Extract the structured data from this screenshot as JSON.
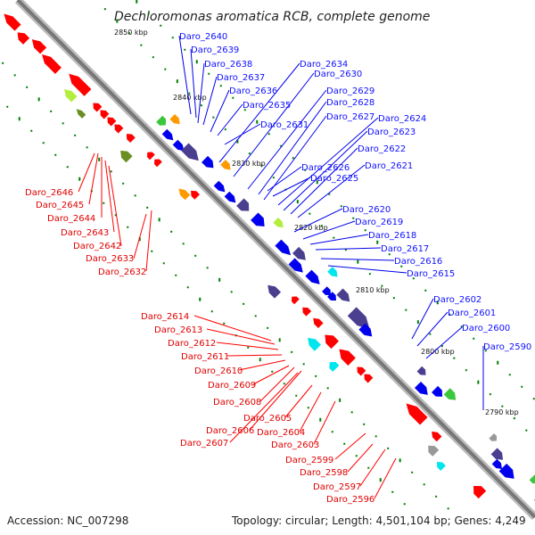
{
  "title": "Dechloromonas aromatica RCB, complete genome",
  "footer": {
    "accession": "Accession: NC_007298",
    "topology": "Topology: circular; Length: 4,501,104 bp; Genes: 4,249"
  },
  "kbp_marks": [
    "2850 kbp",
    "2840 kbp",
    "2830 kbp",
    "2820 kbp",
    "2810 kbp",
    "2800 kbp",
    "2790 kbp"
  ],
  "forward_labels": [
    "Daro_2640",
    "Daro_2639",
    "Daro_2638",
    "Daro_2637",
    "Daro_2636",
    "Daro_2635",
    "Daro_2634",
    "Daro_2630",
    "Daro_2629",
    "Daro_2628",
    "Daro_2627",
    "Daro_2631",
    "Daro_2624",
    "Daro_2623",
    "Daro_2622",
    "Daro_2621",
    "Daro_2626",
    "Daro_2625",
    "Daro_2620",
    "Daro_2619",
    "Daro_2618",
    "Daro_2617",
    "Daro_2616",
    "Daro_2615",
    "Daro_2602",
    "Daro_2601",
    "Daro_2600",
    "Daro_2590"
  ],
  "reverse_labels": [
    "Daro_2646",
    "Daro_2645",
    "Daro_2644",
    "Daro_2643",
    "Daro_2642",
    "Daro_2633",
    "Daro_2632",
    "Daro_2614",
    "Daro_2613",
    "Daro_2612",
    "Daro_2611",
    "Daro_2610",
    "Daro_2609",
    "Daro_2608",
    "Daro_2606",
    "Daro_2607",
    "Daro_2605",
    "Daro_2604",
    "Daro_2603",
    "Daro_2599",
    "Daro_2598",
    "Daro_2597",
    "Daro_2596"
  ],
  "colors": {
    "forward": "#0000ee",
    "forward_dark": "#4a3f8f",
    "reverse": "#ff0000",
    "cyan": "#00e5ee",
    "green": "#3cc63c",
    "lime": "#b4ee3c",
    "olive": "#6b8e23",
    "orange": "#ff9900",
    "grey": "#999999",
    "backbone": "#888888",
    "tick": "#008000"
  }
}
